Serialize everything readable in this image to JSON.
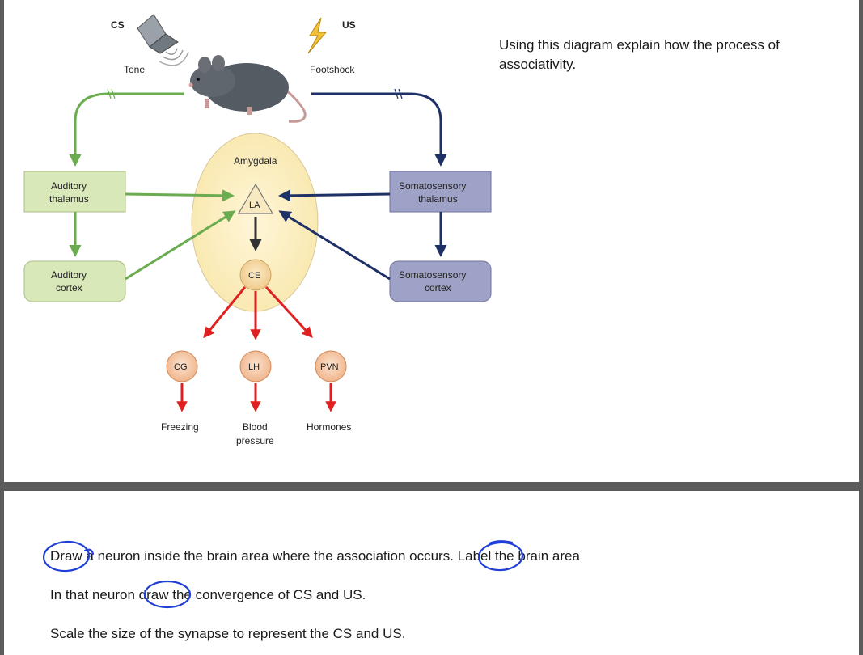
{
  "diagram": {
    "cs_label": "CS",
    "us_label": "US",
    "tone_label": "Tone",
    "footshock_label": "Footshock",
    "amygdala_label": "Amygdala",
    "la_label": "LA",
    "ce_label": "CE",
    "auditory_thalamus": [
      "Auditory",
      "thalamus"
    ],
    "auditory_cortex": [
      "Auditory",
      "cortex"
    ],
    "somatosensory_thalamus": [
      "Somatosensory",
      "thalamus"
    ],
    "somatosensory_cortex": [
      "Somatosensory",
      "cortex"
    ],
    "outputs": [
      {
        "node": "CG",
        "response": [
          "Freezing"
        ]
      },
      {
        "node": "LH",
        "response": [
          "Blood",
          "pressure"
        ]
      },
      {
        "node": "PVN",
        "response": [
          "Hormones"
        ]
      }
    ],
    "colors": {
      "cs_path": "#6aac4f",
      "us_path": "#1d3166",
      "output_path": "#e02020",
      "amygdala_fill": "#fbeec0",
      "somato_box": "#9ea2c6",
      "auditory_box": "#d9e8b8"
    }
  },
  "question_top": [
    "Using this diagram explain how the process of",
    "associativity."
  ],
  "instructions": {
    "line1_part1": "Draw",
    "line1_part2": " a neuron inside the brain area where the association occurs. ",
    "line1_part3": "Label",
    "line1_part4": " the brain area",
    "line2_part1": "In that neuron ",
    "line2_part2": "draw",
    "line2_part3": " the convergence of CS and US.",
    "line3": "Scale the size of the synapse to represent the CS and US."
  }
}
